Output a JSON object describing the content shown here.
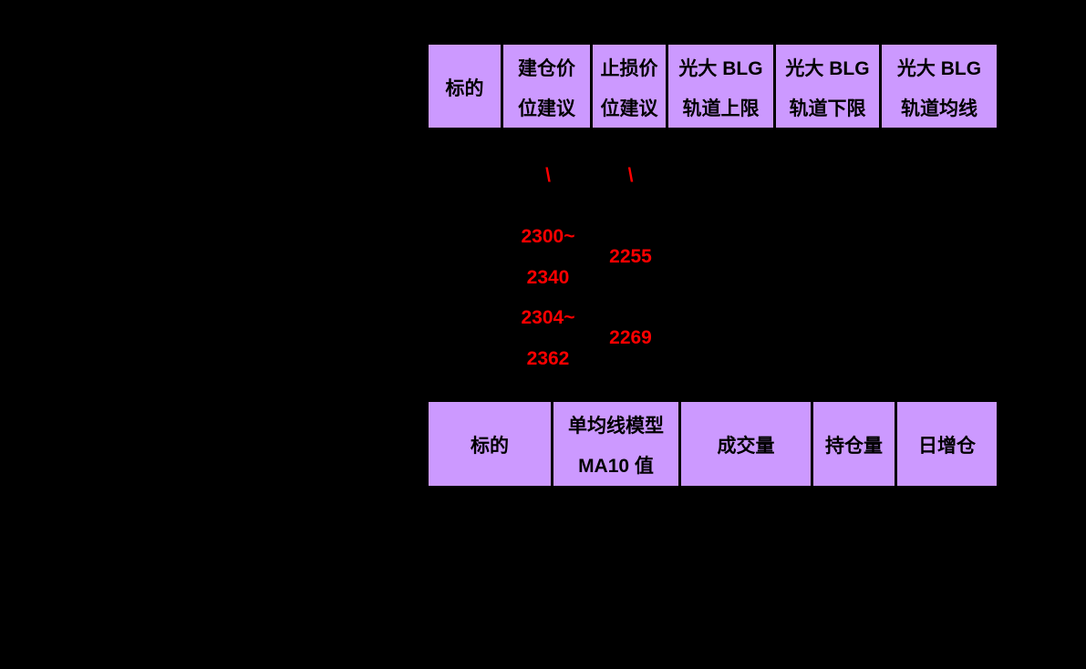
{
  "colors": {
    "page_bg": "#000000",
    "header_fill": "#CC99FF",
    "header_text": "#000000",
    "value_text": "#FF0000",
    "grid_line": "#000000"
  },
  "strategy_table": {
    "headers": [
      {
        "lines": [
          "标的"
        ]
      },
      {
        "lines": [
          "建仓价",
          "位建议"
        ]
      },
      {
        "lines": [
          "止损价",
          "位建议"
        ]
      },
      {
        "lines": [
          "光大 BLG",
          "轨道上限"
        ]
      },
      {
        "lines": [
          "光大 BLG",
          "轨道下限"
        ]
      },
      {
        "lines": [
          "光大 BLG",
          "轨道均线"
        ]
      }
    ],
    "rows": [
      {
        "entry_price": [
          "\\"
        ],
        "stop_price": [
          "\\"
        ]
      },
      {
        "entry_price": [
          "2300~",
          "2340"
        ],
        "stop_price": [
          "2255"
        ]
      },
      {
        "entry_price": [
          "2304~",
          "2362"
        ],
        "stop_price": [
          "2269"
        ]
      }
    ]
  },
  "volume_table": {
    "headers": [
      {
        "lines": [
          "标的"
        ]
      },
      {
        "lines": [
          "单均线模型",
          "MA10 值"
        ]
      },
      {
        "lines": [
          "成交量"
        ]
      },
      {
        "lines": [
          "持仓量"
        ]
      },
      {
        "lines": [
          "日增仓"
        ]
      }
    ]
  }
}
